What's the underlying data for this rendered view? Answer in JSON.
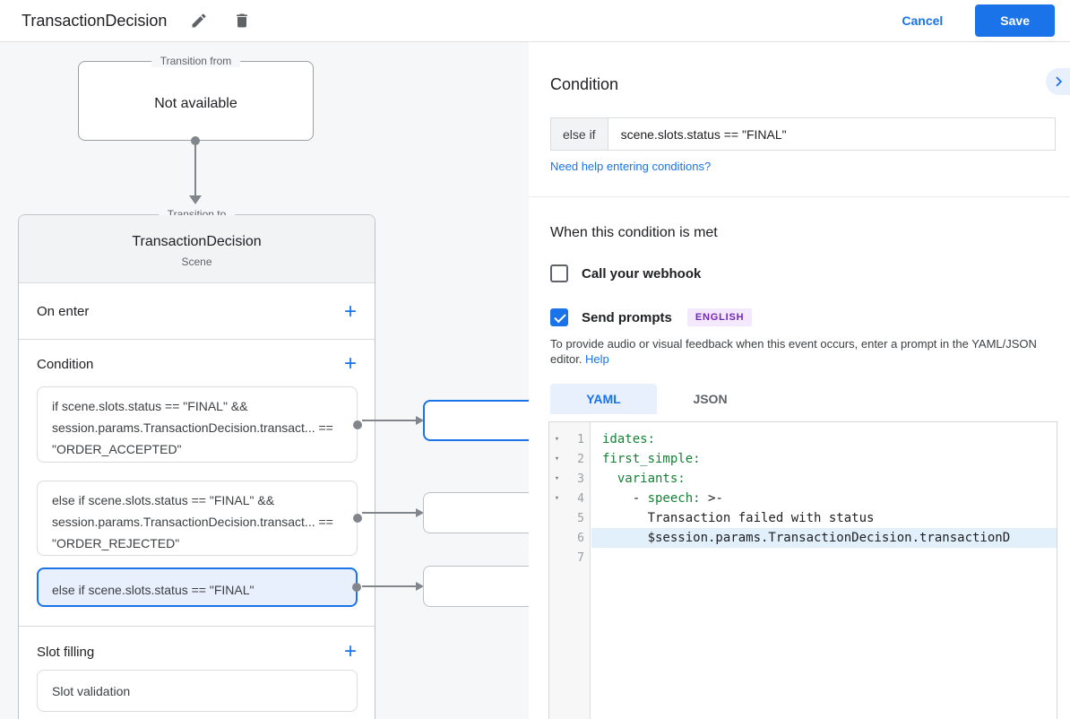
{
  "header": {
    "title": "TransactionDecision",
    "cancel_label": "Cancel",
    "save_label": "Save"
  },
  "diagram": {
    "transition_from": {
      "legend": "Transition from",
      "content": "Not available"
    },
    "transition_to": {
      "legend": "Transition to",
      "title": "TransactionDecision",
      "subtitle": "Scene",
      "on_enter_label": "On enter",
      "condition_label": "Condition",
      "slot_filling_label": "Slot filling",
      "conditions": [
        {
          "text": "if scene.slots.status == \"FINAL\" && session.params.TransactionDecision.transact... == \"ORDER_ACCEPTED\"",
          "selected": false
        },
        {
          "text": "else if scene.slots.status == \"FINAL\" && session.params.TransactionDecision.transact... == \"ORDER_REJECTED\"",
          "selected": false
        },
        {
          "text": "else if scene.slots.status == \"FINAL\"",
          "selected": true
        }
      ],
      "slot_validation_label": "Slot validation"
    }
  },
  "panel": {
    "condition_heading": "Condition",
    "condition_prefix": "else if",
    "condition_value": "scene.slots.status == \"FINAL\"",
    "help_link": "Need help entering conditions?",
    "when_heading": "When this condition is met",
    "webhook_label": "Call your webhook",
    "webhook_checked": false,
    "prompts_label": "Send prompts",
    "prompts_checked": true,
    "language_badge": "ENGLISH",
    "prompt_hint": "To provide audio or visual feedback when this event occurs, enter a prompt in the YAML/JSON editor.",
    "hint_help_label": "Help",
    "tabs": [
      {
        "label": "YAML",
        "active": true
      },
      {
        "label": "JSON",
        "active": false
      }
    ],
    "editor": {
      "lines": [
        {
          "num": "1",
          "fold": true,
          "active": false,
          "tokens": [
            [
              "idates:",
              "key"
            ]
          ]
        },
        {
          "num": "2",
          "fold": true,
          "active": false,
          "tokens": [
            [
              "first_simple:",
              "key"
            ]
          ]
        },
        {
          "num": "3",
          "fold": true,
          "active": false,
          "tokens": [
            [
              "  ",
              "plain"
            ],
            [
              "variants:",
              "key"
            ]
          ]
        },
        {
          "num": "4",
          "fold": true,
          "active": false,
          "tokens": [
            [
              "    - ",
              "plain"
            ],
            [
              "speech:",
              "key"
            ],
            [
              " >-",
              "plain"
            ]
          ]
        },
        {
          "num": "5",
          "fold": false,
          "active": false,
          "tokens": [
            [
              "      Transaction failed with status",
              "plain"
            ]
          ]
        },
        {
          "num": "6",
          "fold": false,
          "active": true,
          "tokens": [
            [
              "      $session.params.TransactionDecision.transactionD",
              "plain"
            ]
          ]
        },
        {
          "num": "7",
          "fold": false,
          "active": false,
          "tokens": []
        }
      ]
    }
  },
  "colors": {
    "accent_blue": "#1a73e8",
    "selected_condition_bg": "#e8f0fe",
    "badge_purple_text": "#7627bb",
    "badge_purple_bg": "#f3e8fd",
    "code_key_green": "#188038",
    "connector_gray": "#80868b"
  }
}
